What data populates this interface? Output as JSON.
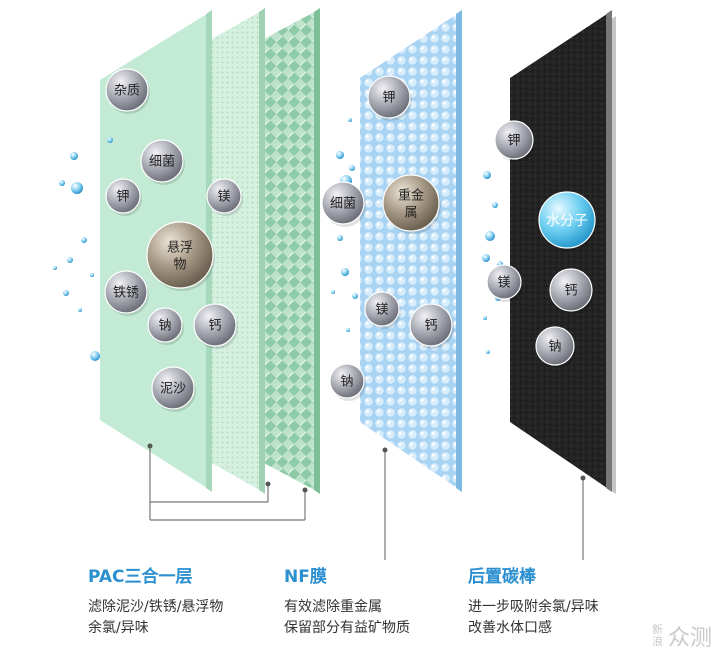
{
  "layers": [
    {
      "title": "PAC三合一层",
      "desc_line1": "滤除泥沙/铁锈/悬浮物",
      "desc_line2": "余氯/异味"
    },
    {
      "title": "NF膜",
      "desc_line1": "有效滤除重金属",
      "desc_line2": "保留部分有益矿物质"
    },
    {
      "title": "后置碳棒",
      "desc_line1": "进一步吸附余氯/异味",
      "desc_line2": "改善水体口感"
    }
  ],
  "particles": {
    "impurities": "杂质",
    "bacteria_1": "细菌",
    "potassium_1": "钾",
    "magnesium_1": "镁",
    "suspended": "悬浮物",
    "rust": "铁锈",
    "sodium_1": "钠",
    "calcium_1": "钙",
    "sediment": "泥沙",
    "bacteria_2": "细菌",
    "potassium_2": "钾",
    "heavy_metal": "重金属",
    "magnesium_2": "镁",
    "calcium_2": "钙",
    "sodium_2": "钠",
    "potassium_3": "钾",
    "water_molecule": "水分子",
    "magnesium_3": "镁",
    "calcium_3": "钙",
    "sodium_3": "钠"
  },
  "watermark": {
    "small": "新浪",
    "big": "众测"
  },
  "colors": {
    "pac_layer": "#bfe8d0",
    "nf_layer": "#b9dcf5",
    "carbon_layer": "#1e1e1e",
    "title_blue": "#2b8fd0",
    "mineral_ball": "#9a9ca6",
    "suspended_ball": "#8e8270",
    "water_ball": "#5cc7ee"
  }
}
